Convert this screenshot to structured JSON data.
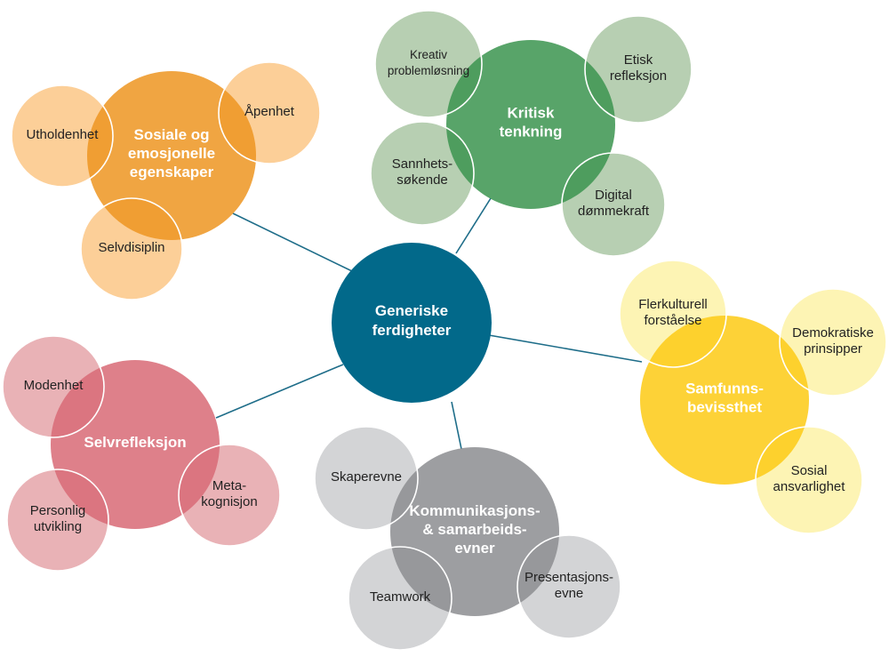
{
  "center": {
    "label": [
      "Generiske",
      "ferdigheter"
    ],
    "color": "#02698a"
  },
  "line_color": "#1e6d89",
  "groups": [
    {
      "id": "sosiale",
      "label": [
        "Sosiale og",
        "emosjonelle",
        "egenskaper"
      ],
      "color": "#ee9623",
      "light": "#fccf98",
      "items": [
        {
          "label": [
            "Utholdenhet"
          ]
        },
        {
          "label": [
            "Åpenhet"
          ]
        },
        {
          "label": [
            "Selvdisiplin"
          ]
        }
      ]
    },
    {
      "id": "kritisk",
      "label": [
        "Kritisk",
        "tenkning"
      ],
      "color": "#3d9550",
      "light": "#b7cfb2",
      "items": [
        {
          "label": [
            "Kreativ",
            "problemløsning"
          ]
        },
        {
          "label": [
            "Etisk",
            "refleksjon"
          ]
        },
        {
          "label": [
            "Sannhets-",
            "søkende"
          ]
        },
        {
          "label": [
            "Digital",
            "dømmekraft"
          ]
        }
      ]
    },
    {
      "id": "samfunn",
      "label": [
        "Samfunns-",
        "bevissthet"
      ],
      "color": "#fdcb16",
      "light": "#fdf4b4",
      "items": [
        {
          "label": [
            "Flerkulturell",
            "forståelse"
          ]
        },
        {
          "label": [
            "Demokratiske",
            "prinsipper"
          ]
        },
        {
          "label": [
            "Sosial",
            "ansvarlighet"
          ]
        }
      ]
    },
    {
      "id": "selvrefleksjon",
      "label": [
        "Selvrefleksjon"
      ],
      "color": "#d86b77",
      "light": "#e9b2b6",
      "items": [
        {
          "label": [
            "Modenhet"
          ]
        },
        {
          "label": [
            "Meta-",
            "kognisjon"
          ]
        },
        {
          "label": [
            "Personlig",
            "utvikling"
          ]
        }
      ]
    },
    {
      "id": "kommunikasjon",
      "label": [
        "Kommunikasjons-",
        "& samarbeids-",
        "evner"
      ],
      "color": "#8d8e92",
      "light": "#d3d4d6",
      "items": [
        {
          "label": [
            "Skaperevne"
          ]
        },
        {
          "label": [
            "Teamwork"
          ]
        },
        {
          "label": [
            "Presentasjons-",
            "evne"
          ]
        }
      ]
    }
  ]
}
